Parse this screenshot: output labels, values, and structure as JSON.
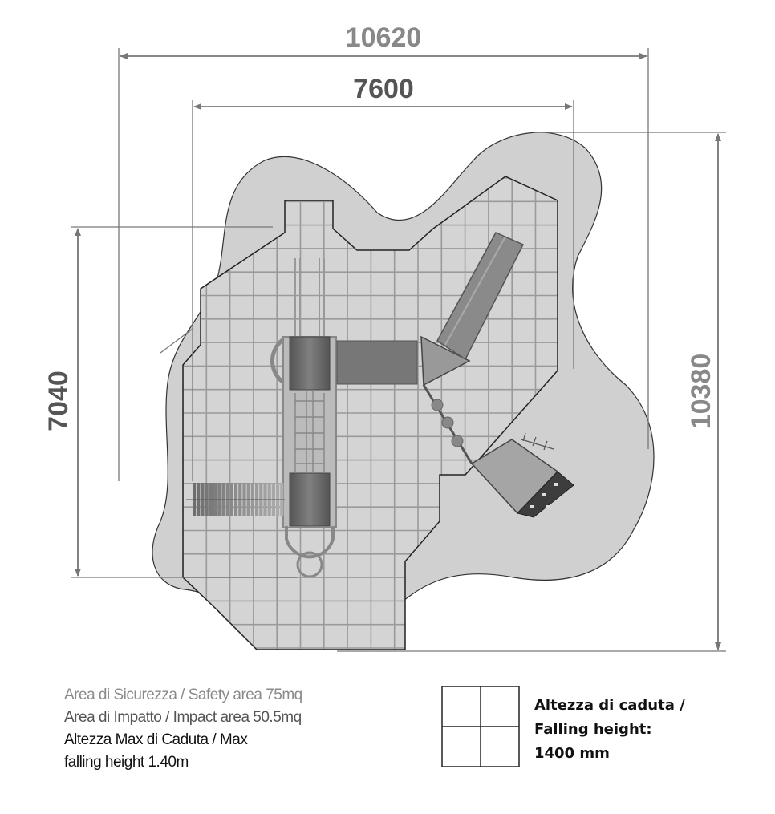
{
  "dimensions": {
    "overall_width": "10620",
    "inner_width": "7600",
    "inner_height": "7040",
    "overall_height": "10380"
  },
  "legend": {
    "safety_area": "Area di Sicurezza / Safety area 75mq",
    "impact_area": "Area di Impatto / Impact area 50.5mq",
    "max_fall_line1": "Altezza Max di Caduta / Max",
    "max_fall_line2": "falling height 1.40m"
  },
  "grid_key": {
    "line1": "Altezza di caduta /",
    "line2": "Falling height:",
    "line3": "1400 mm"
  },
  "colors": {
    "safety_fill": "#d0d0d0",
    "grid_line": "#9a9a9a",
    "dim_line": "#777777",
    "equipment": "#6a6a6a"
  }
}
